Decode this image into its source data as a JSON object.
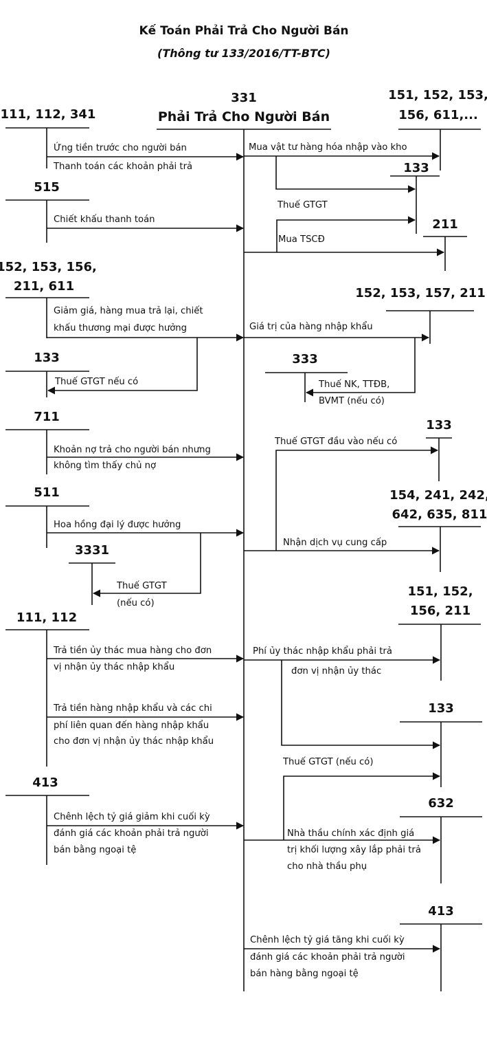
{
  "title": "Kế Toán Phải Trả Cho Người Bán",
  "subtitle": "(Thông tư 133/2016/TT-BTC)",
  "center": {
    "code": "331",
    "name": "Phải Trả Cho Người Bán"
  },
  "accounts": {
    "a1": "111, 112, 341",
    "a2": "515",
    "a3a": "152, 153, 156,",
    "a3b": "211, 611",
    "a4": "133",
    "a5": "711",
    "a6": "511",
    "a7": "3331",
    "a8": "111, 112",
    "a9": "413",
    "b1a": "151, 152, 153,",
    "b1b": "156, 611,...",
    "b2": "133",
    "b3": "211",
    "b4": "152, 153, 157, 211",
    "b5": "333",
    "b6": "133",
    "b7a": "154, 241, 242,",
    "b7b": "642, 635, 811",
    "b8a": "151, 152,",
    "b8b": "156, 211",
    "b9": "133",
    "b10": "632",
    "b11": "413"
  },
  "labels": {
    "l1": "Ứng tiền trước cho người bán",
    "l2": "Thanh toán các khoản phải trả",
    "l3": "Chiết khấu thanh toán",
    "l4a": "Giảm giá, hàng mua trả lại, chiết",
    "l4b": "khấu thương mại được hưởng",
    "l5": "Thuế GTGT nếu có",
    "l6a": "Khoản nợ trả cho người bán nhưng",
    "l6b": "không tìm thấy chủ nợ",
    "l7": "Hoa hồng đại lý được hưởng",
    "l8a": "Thuế GTGT",
    "l8b": "(nếu có)",
    "l9a": "Trả tiền ủy thác mua hàng cho đơn",
    "l9b": "vị nhận ủy thác nhập khẩu",
    "l10a": "Trả tiền hàng nhập khẩu và các chi",
    "l10b": "phí liên quan đến hàng nhập khẩu",
    "l10c": "cho đơn vị nhận ủy thác nhập khẩu",
    "l11a": "Chênh lệch tỷ giá giảm khi cuối kỳ",
    "l11b": "đánh giá các khoản phải trả người",
    "l11c": "bán bằng ngoại tệ",
    "r1": "Mua vật tư hàng hóa nhập vào kho",
    "r2": "Thuế GTGT",
    "r3": "Mua TSCĐ",
    "r4": "Giá trị của hàng nhập khẩu",
    "r5a": "Thuế NK, TTĐB,",
    "r5b": "BVMT (nếu có)",
    "r6": "Thuế GTGT đầu vào nếu có",
    "r7": "Nhận dịch vụ cung cấp",
    "r8a": "Phí ủy thác nhập khẩu phải trả",
    "r8b": "đơn vị nhận ủy thác",
    "r9": "Thuế GTGT (nếu có)",
    "r10a": "Nhà thầu chính xác định  giá",
    "r10b": "trị khối lượng  xây lắp phải trả",
    "r10c": "cho nhà thầu phụ",
    "r11a": "Chênh lệch tỷ giá tăng khi cuối kỳ",
    "r11b": "đánh giá các khoản phải trả người",
    "r11c": "bán hàng bằng ngoại tệ"
  }
}
